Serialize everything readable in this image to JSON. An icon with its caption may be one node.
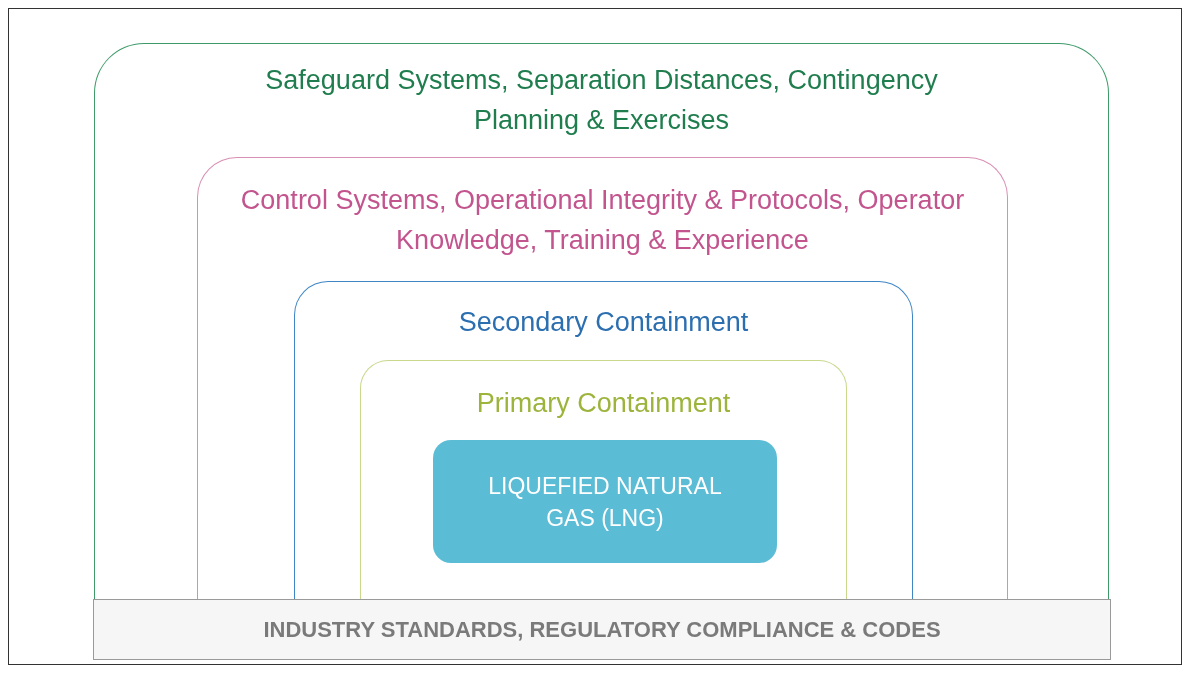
{
  "diagram": {
    "nodes": [
      {
        "text": [
          "Safeguard Systems, Separation Distances, Contingency Planning & Exercises"
        ]
      },
      {
        "text": [
          "Control Systems, Operational Integrity & Protocols, Operator Knowledge, Training & Experience"
        ],
        "in": 0
      },
      {
        "text": [
          "Secondary Containment"
        ],
        "in": 1
      },
      {
        "text": [
          "Primary Containment"
        ],
        "in": 2
      },
      {
        "text": [
          "LIQUEFIED NATURAL GAS (LNG)"
        ],
        "in": 3
      },
      {
        "text": [
          "INDUSTRY STANDARDS, REGULATORY COMPLIANCE & CODES"
        ]
      }
    ]
  }
}
